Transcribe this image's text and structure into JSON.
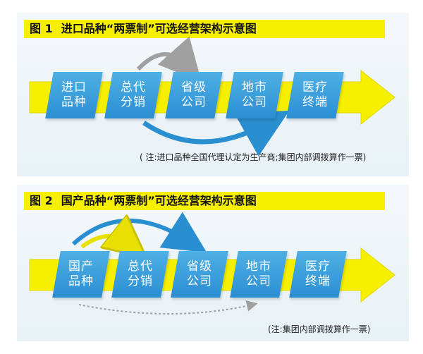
{
  "diagram1": {
    "figure_no": "图 1",
    "title": "进口品种“两票制”可选经营架构示意图",
    "boxes": [
      {
        "line1": "进口",
        "line2": "品种"
      },
      {
        "line1": "总代",
        "line2": "分销"
      },
      {
        "line1": "省级",
        "line2": "公司"
      },
      {
        "line1": "地市",
        "line2": "公司"
      },
      {
        "line1": "医疗",
        "line2": "终端"
      }
    ],
    "note": "( 注:进口品种全国代理认定为生产商;集团内部调拨算作一票)"
  },
  "diagram2": {
    "figure_no": "图 2",
    "title": "国产品种“两票制”可选经营架构示意图",
    "boxes": [
      {
        "line1": "国产",
        "line2": "品种"
      },
      {
        "line1": "总代",
        "line2": "分销"
      },
      {
        "line1": "省级",
        "line2": "公司"
      },
      {
        "line1": "地市",
        "line2": "公司"
      },
      {
        "line1": "医疗",
        "line2": "终端"
      }
    ],
    "note": "(注:集团内部调拨算作一票)"
  },
  "colors": {
    "title_bar": "#f6f000",
    "flow_arrow": "#f6f000",
    "box": "#2b8ed2",
    "curve_blue": "#2a8fd0",
    "curve_yellow": "#e8e000",
    "curve_gray": "#a0a0a0"
  }
}
